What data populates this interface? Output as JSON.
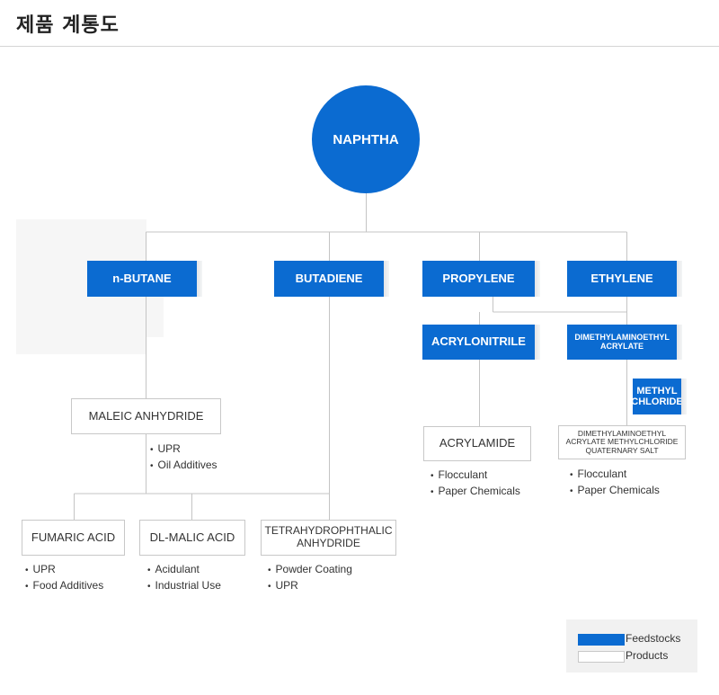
{
  "page_title": "제품 계통도",
  "colors": {
    "feedstock": "#0b6bd1",
    "product_border": "#c8c8c8",
    "line": "#c4c4c4"
  },
  "root": "NAPHTHA",
  "feedstocks": {
    "n_butane": "n-BUTANE",
    "butadiene": "BUTADIENE",
    "propylene": "PROPYLENE",
    "ethylene": "ETHYLENE",
    "acrylonitrile": "ACRYLONITRILE",
    "dimethylaminoethyl_acrylate": "DIMETHYLAMINOETHYL ACRYLATE",
    "methyl_chloride": "METHYL CHLORIDE"
  },
  "products": {
    "maleic_anhydride": {
      "name": "MALEIC ANHYDRIDE",
      "uses": [
        "UPR",
        "Oil Additives"
      ]
    },
    "fumaric_acid": {
      "name": "FUMARIC ACID",
      "uses": [
        "UPR",
        "Food Additives"
      ]
    },
    "dl_malic_acid": {
      "name": "DL-MALIC ACID",
      "uses": [
        "Acidulant",
        "Industrial Use"
      ]
    },
    "tetrahydrophthalic_anhydride": {
      "name": "TETRAHYDROPHTHALIC ANHYDRIDE",
      "uses": [
        "Powder Coating",
        "UPR"
      ]
    },
    "acrylamide": {
      "name": "ACRYLAMIDE",
      "uses": [
        "Flocculant",
        "Paper Chemicals"
      ]
    },
    "quaternary_salt": {
      "name": "DIMETHYLAMINOETHYL ACRYLATE METHYLCHLORIDE QUATERNARY SALT",
      "uses": [
        "Flocculant",
        "Paper Chemicals"
      ]
    }
  },
  "legend": {
    "feedstocks": "Feedstocks",
    "products": "Products"
  }
}
